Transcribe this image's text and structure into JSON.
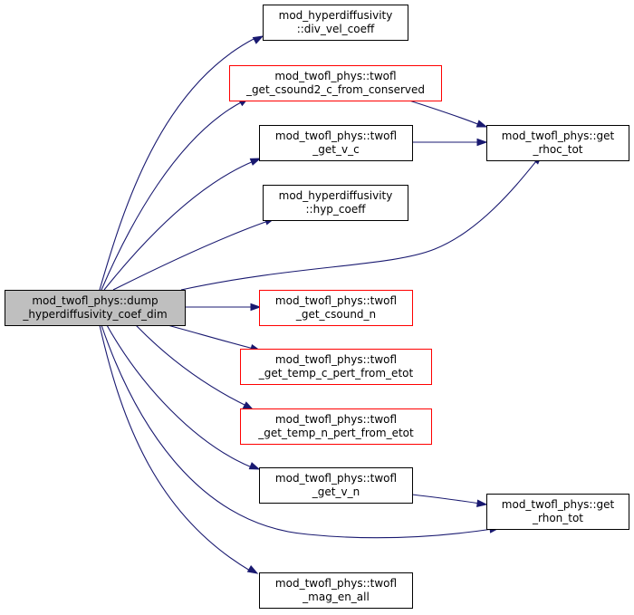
{
  "colors": {
    "edge": "#191970",
    "node_border_default": "#000000",
    "node_border_truncated": "#ff0000",
    "root_fill": "#bfbfbf",
    "node_fill": "#ffffff"
  },
  "nodes": [
    {
      "id": "root",
      "lines": [
        "mod_twofl_phys::dump",
        "_hyperdiffusivity_coef_dim"
      ],
      "style": "root"
    },
    {
      "id": "div_vel_coeff",
      "lines": [
        "mod_hyperdiffusivity",
        "::div_vel_coeff"
      ],
      "style": "default"
    },
    {
      "id": "csound2_c",
      "lines": [
        "mod_twofl_phys::twofl",
        "_get_csound2_c_from_conserved"
      ],
      "style": "truncated"
    },
    {
      "id": "get_v_c",
      "lines": [
        "mod_twofl_phys::twofl",
        "_get_v_c"
      ],
      "style": "default"
    },
    {
      "id": "hyp_coeff",
      "lines": [
        "mod_hyperdiffusivity",
        "::hyp_coeff"
      ],
      "style": "default"
    },
    {
      "id": "csound_n",
      "lines": [
        "mod_twofl_phys::twofl",
        "_get_csound_n"
      ],
      "style": "truncated"
    },
    {
      "id": "temp_c",
      "lines": [
        "mod_twofl_phys::twofl",
        "_get_temp_c_pert_from_etot"
      ],
      "style": "truncated"
    },
    {
      "id": "temp_n",
      "lines": [
        "mod_twofl_phys::twofl",
        "_get_temp_n_pert_from_etot"
      ],
      "style": "truncated"
    },
    {
      "id": "get_v_n",
      "lines": [
        "mod_twofl_phys::twofl",
        "_get_v_n"
      ],
      "style": "default"
    },
    {
      "id": "mag_en_all",
      "lines": [
        "mod_twofl_phys::twofl",
        "_mag_en_all"
      ],
      "style": "default"
    },
    {
      "id": "rhoc_tot",
      "lines": [
        "mod_twofl_phys::get",
        "_rhoc_tot"
      ],
      "style": "default"
    },
    {
      "id": "rhon_tot",
      "lines": [
        "mod_twofl_phys::get",
        "_rhon_tot"
      ],
      "style": "default"
    }
  ],
  "edges": [
    {
      "from": "root",
      "to": "div_vel_coeff"
    },
    {
      "from": "root",
      "to": "csound2_c"
    },
    {
      "from": "root",
      "to": "get_v_c"
    },
    {
      "from": "root",
      "to": "hyp_coeff"
    },
    {
      "from": "root",
      "to": "rhoc_tot"
    },
    {
      "from": "root",
      "to": "csound_n"
    },
    {
      "from": "root",
      "to": "temp_c"
    },
    {
      "from": "root",
      "to": "temp_n"
    },
    {
      "from": "root",
      "to": "get_v_n"
    },
    {
      "from": "root",
      "to": "rhon_tot"
    },
    {
      "from": "root",
      "to": "mag_en_all"
    },
    {
      "from": "csound2_c",
      "to": "rhoc_tot"
    },
    {
      "from": "get_v_c",
      "to": "rhoc_tot"
    },
    {
      "from": "get_v_n",
      "to": "rhon_tot"
    }
  ]
}
